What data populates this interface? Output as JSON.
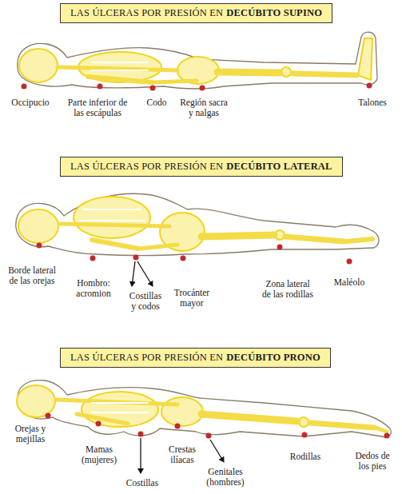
{
  "diagram": {
    "nodes": [
      {
        "text": [
          "LAS ÚLCERAS POR PRESIÓN EN",
          "DECÚBITO SUPINO"
        ]
      },
      {
        "text": [
          "LAS ÚLCERAS POR PRESIÓN EN",
          "DECÚBITO LATERAL"
        ]
      },
      {
        "text": [
          "LAS ÚLCERAS POR PRESIÓN EN",
          "DECÚBITO PRONO"
        ]
      }
    ],
    "edges": [],
    "labels": [
      "Occipucio",
      "Parte inferior de las escápulas",
      "Codo",
      "Región sacra y nalgas",
      "Talones",
      "Borde lateral de las orejas",
      "Hombro: acromion",
      "Costillas y codos",
      "Trocánter mayor",
      "Zona lateral de las rodillas",
      "Maléolo",
      "Orejas y mejillas",
      "Mamas (mujeres)",
      "Costillas",
      "Crestas ilíacas",
      "Genitales (hombres)",
      "Rodillas",
      "Dedos de los pies"
    ]
  }
}
